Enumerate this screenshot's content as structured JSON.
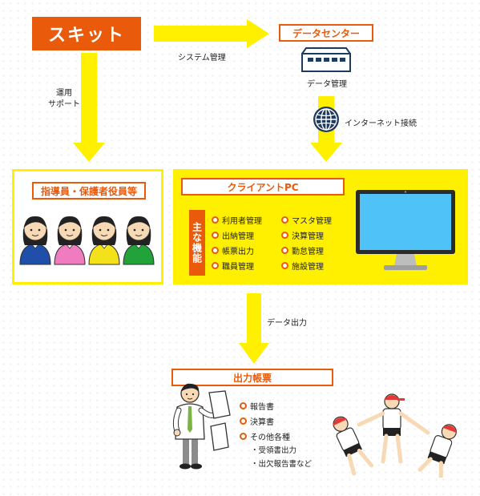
{
  "logo": {
    "text": "スキット"
  },
  "arrows": {
    "system_management": "システム管理",
    "operation_support": [
      "運用",
      "サポート"
    ],
    "internet_connection": "インターネット接続",
    "data_output": "データ出力"
  },
  "datacenter": {
    "title": "データセンター",
    "caption": "データ管理"
  },
  "staff": {
    "title": "指導員・保護者役員等",
    "shirt_colors": [
      "#1f4fa8",
      "#f07cc0",
      "#f3e21a",
      "#22a33a"
    ]
  },
  "client_pc": {
    "title": "クライアントPC",
    "functions_label": "主な機能",
    "functions_left": [
      "利用者管理",
      "出納管理",
      "帳票出力",
      "職員管理"
    ],
    "functions_right": [
      "マスタ管理",
      "決算管理",
      "勤怠管理",
      "施設管理"
    ]
  },
  "output": {
    "title": "出力帳票",
    "items": [
      "報告書",
      "決算書",
      "その他各種"
    ],
    "sub_items": [
      "・受領書出力",
      "・出欠報告書など"
    ]
  },
  "colors": {
    "accent": "#ea5a0b",
    "yellow": "#fff000",
    "screen": "#4fc3f7"
  }
}
